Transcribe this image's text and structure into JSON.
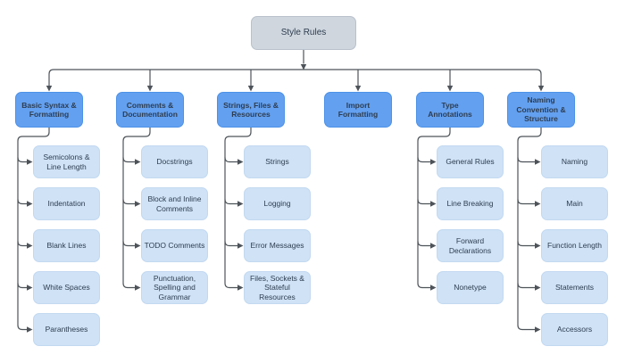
{
  "diagram": {
    "title": "Style Rules diagram",
    "root": {
      "label": "Style Rules"
    },
    "columns": [
      {
        "header": "Basic Syntax & Formatting",
        "children": [
          "Semicolons & Line Length",
          "Indentation",
          "Blank Lines",
          "White Spaces",
          "Parantheses"
        ]
      },
      {
        "header": "Comments & Documentation",
        "children": [
          "Docstrings",
          "Block and Inline Comments",
          "TODO Comments",
          "Punctuation, Spelling and Grammar"
        ]
      },
      {
        "header": "Strings, Files & Resources",
        "children": [
          "Strings",
          "Logging",
          "Error Messages",
          "Files, Sockets & Stateful Resources"
        ]
      },
      {
        "header": "Import Formatting",
        "children": []
      },
      {
        "header": "Type Annotations",
        "children": [
          "General Rules",
          "Line Breaking",
          "Forward Declarations",
          "Nonetype"
        ]
      },
      {
        "header": "Naming Convention & Structure",
        "children": [
          "Naming",
          "Main",
          "Function Length",
          "Statements",
          "Accessors"
        ]
      }
    ],
    "colors": {
      "background": "#ffffff",
      "root_fill": "#cfd6de",
      "root_border": "#b9c1ca",
      "header_fill": "#63a0f0",
      "header_border": "#4d92e8",
      "child_fill": "#cfe2f6",
      "child_border": "#c3d9f0",
      "line": "#4d5359",
      "text": "#2e3d50"
    }
  }
}
